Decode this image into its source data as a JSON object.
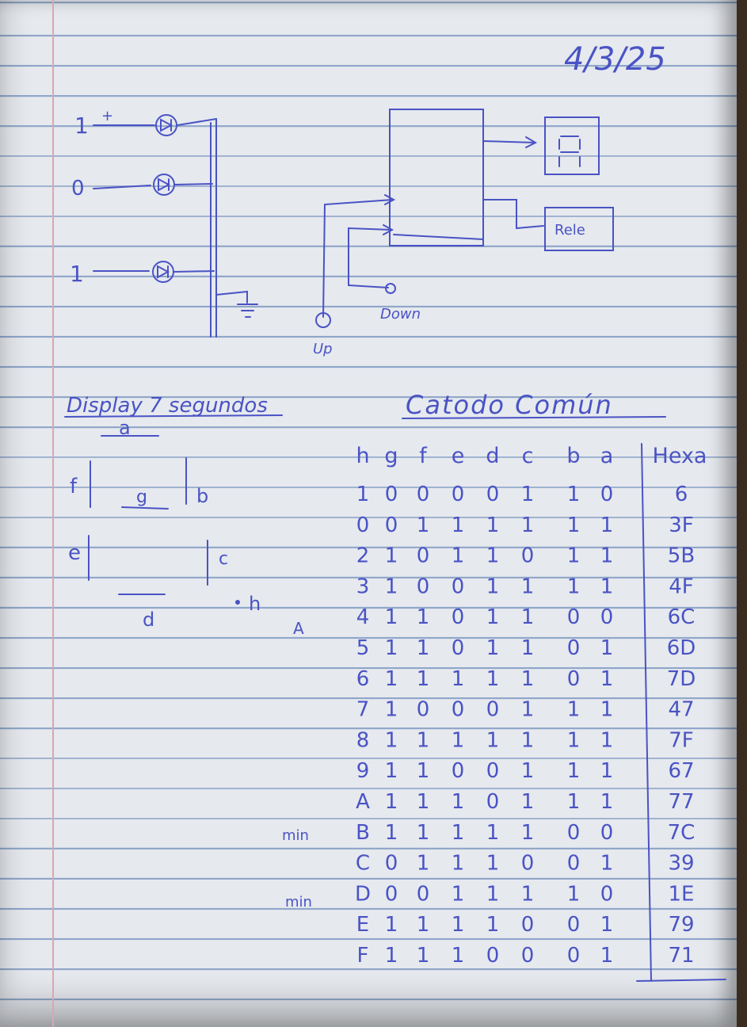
{
  "date": "4/3/25",
  "circuit": {
    "inputs": [
      "1",
      "0",
      "1"
    ],
    "plus_sign": "+",
    "display_label": "Rele",
    "down_label": "Down",
    "up_label": "Up"
  },
  "display_title": "Display 7 segundos",
  "table_title": "Catodo Común",
  "segments": {
    "a": "a",
    "b": "b",
    "c": "c",
    "d": "d",
    "e": "e",
    "f": "f",
    "g": "g",
    "h": "h"
  },
  "side_notes": {
    "a_note": "A",
    "min_1": "min",
    "min_2": "min"
  },
  "truth_table": {
    "headers": [
      "h",
      "g",
      "f",
      "e",
      "d",
      "c",
      "b",
      "a",
      "Hexa"
    ],
    "rows": [
      [
        "1",
        "0",
        "0",
        "0",
        "0",
        "1",
        "1",
        "0",
        "6"
      ],
      [
        "0",
        "0",
        "1",
        "1",
        "1",
        "1",
        "1",
        "1",
        "3F"
      ],
      [
        "2",
        "1",
        "0",
        "1",
        "1",
        "0",
        "1",
        "1",
        "5B"
      ],
      [
        "3",
        "1",
        "0",
        "0",
        "1",
        "1",
        "1",
        "1",
        "4F"
      ],
      [
        "4",
        "1",
        "1",
        "0",
        "1",
        "1",
        "0",
        "0",
        "6C"
      ],
      [
        "5",
        "1",
        "1",
        "0",
        "1",
        "1",
        "0",
        "1",
        "6D"
      ],
      [
        "6",
        "1",
        "1",
        "1",
        "1",
        "1",
        "0",
        "1",
        "7D"
      ],
      [
        "7",
        "1",
        "0",
        "0",
        "0",
        "1",
        "1",
        "1",
        "47"
      ],
      [
        "8",
        "1",
        "1",
        "1",
        "1",
        "1",
        "1",
        "1",
        "7F"
      ],
      [
        "9",
        "1",
        "1",
        "0",
        "0",
        "1",
        "1",
        "1",
        "67"
      ],
      [
        "A",
        "1",
        "1",
        "1",
        "0",
        "1",
        "1",
        "1",
        "77"
      ],
      [
        "B",
        "1",
        "1",
        "1",
        "1",
        "1",
        "0",
        "0",
        "7C"
      ],
      [
        "C",
        "0",
        "1",
        "1",
        "1",
        "0",
        "0",
        "1",
        "39"
      ],
      [
        "D",
        "0",
        "0",
        "1",
        "1",
        "1",
        "1",
        "0",
        "1E"
      ],
      [
        "E",
        "1",
        "1",
        "1",
        "1",
        "0",
        "0",
        "1",
        "79"
      ],
      [
        "F",
        "1",
        "1",
        "1",
        "0",
        "0",
        "0",
        "1",
        "71"
      ]
    ]
  }
}
